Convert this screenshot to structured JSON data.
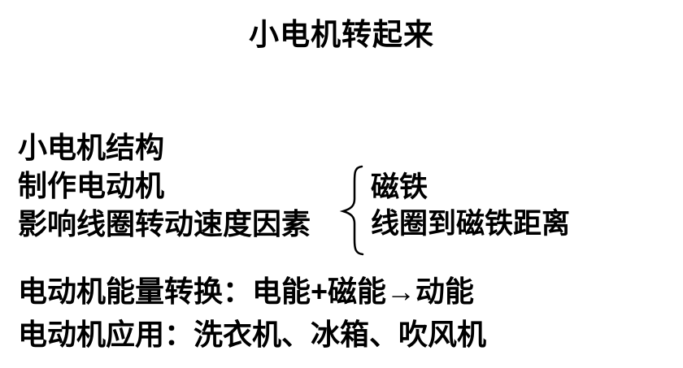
{
  "page": {
    "title": "小电机转起来",
    "outline": {
      "items": [
        "小电机结构",
        "制作电动机",
        "影响线圈转动速度因素"
      ],
      "branch_items": [
        "磁铁",
        "线圈到磁铁距离"
      ]
    },
    "notes": [
      "电动机能量转换：电能+磁能→动能",
      "电动机应用：洗衣机、冰箱、吹风机"
    ]
  },
  "colors": {
    "text": "#000000",
    "background": "#ffffff"
  }
}
